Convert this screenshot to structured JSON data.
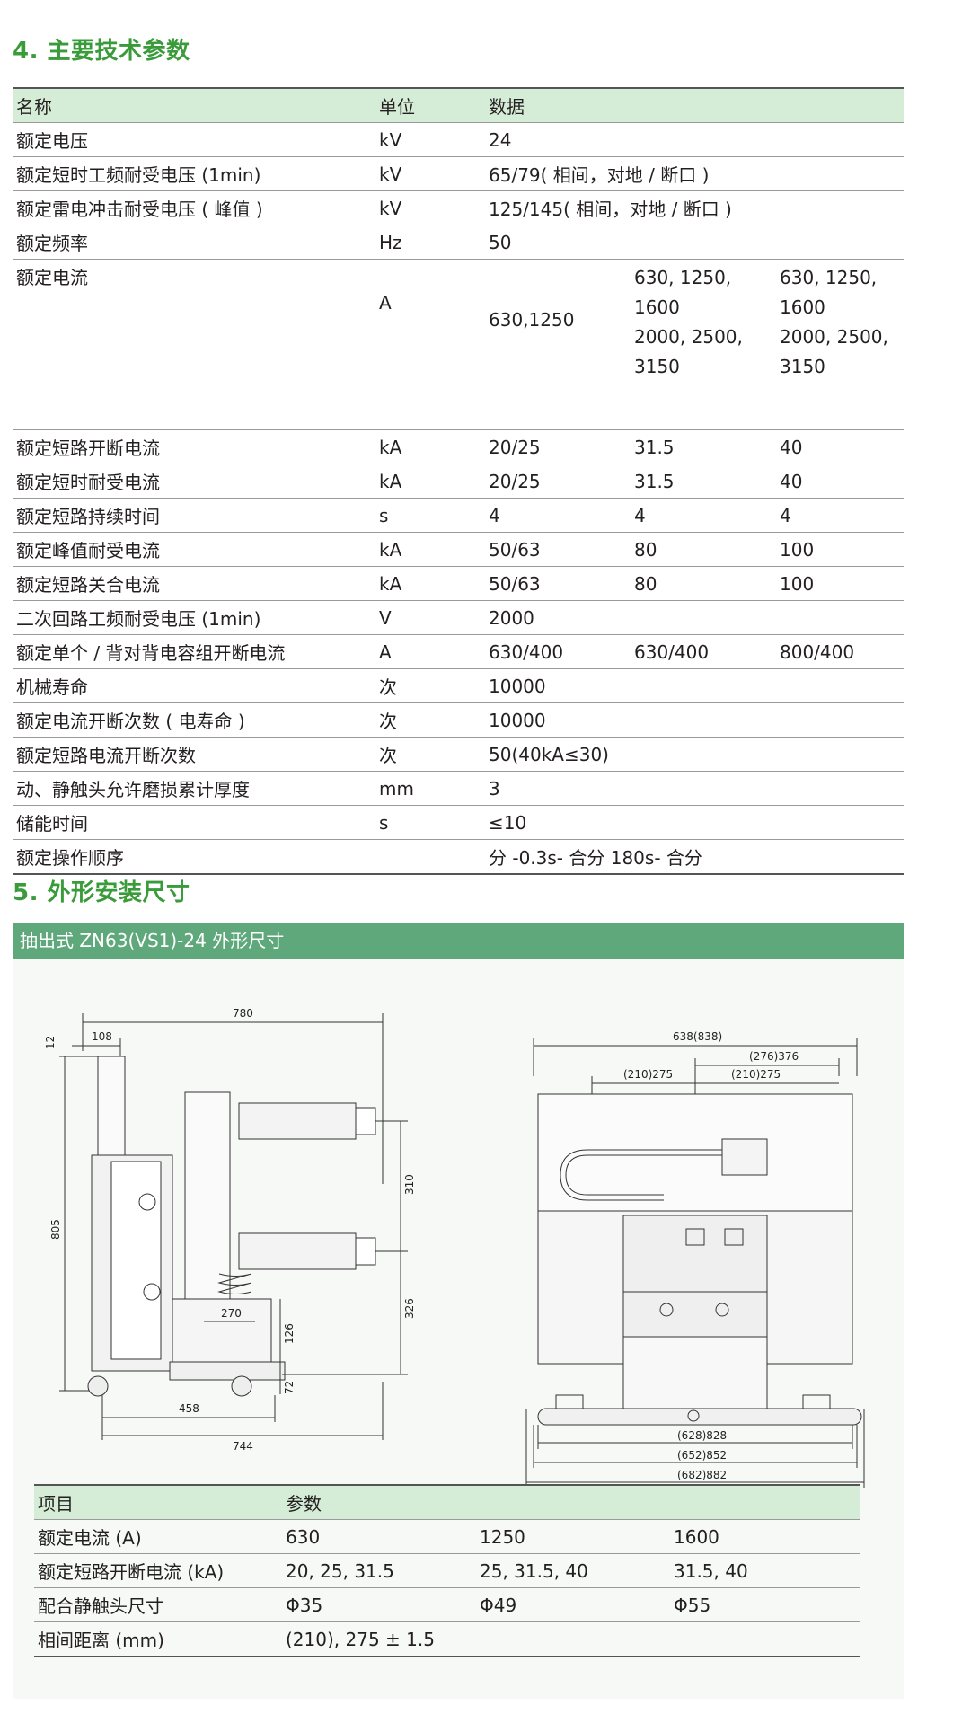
{
  "section4": {
    "title": "4. 主要技术参数"
  },
  "spec_table": {
    "headers": [
      "名称",
      "单位",
      "数据"
    ],
    "rows": [
      {
        "name": "额定电压",
        "unit": "kV",
        "v1": "24"
      },
      {
        "name": "额定短时工频耐受电压 (1min)",
        "unit": "kV",
        "v1": "65/79( 相间，对地 / 断口 )"
      },
      {
        "name": "额定雷电冲击耐受电压 ( 峰值 )",
        "unit": "kV",
        "v1": "125/145( 相间，对地 / 断口 )"
      },
      {
        "name": "额定频率",
        "unit": "Hz",
        "v1": "50"
      },
      {
        "name": "额定电流",
        "unit": "A",
        "v1": "630,1250",
        "v2_l1": "630, 1250,",
        "v2_l2": "1600",
        "v2_l3": "2000, 2500,",
        "v2_l4": "3150",
        "v3_l1": "630, 1250,",
        "v3_l2": "1600",
        "v3_l3": "2000, 2500,",
        "v3_l4": "3150"
      },
      {
        "name": "额定短路开断电流",
        "unit": "kA",
        "v1": "20/25",
        "v2": "31.5",
        "v3": "40"
      },
      {
        "name": "额定短时耐受电流",
        "unit": "kA",
        "v1": "20/25",
        "v2": "31.5",
        "v3": "40"
      },
      {
        "name": "额定短路持续时间",
        "unit": "s",
        "v1": "4",
        "v2": "4",
        "v3": "4"
      },
      {
        "name": "额定峰值耐受电流",
        "unit": "kA",
        "v1": "50/63",
        "v2": "80",
        "v3": "100"
      },
      {
        "name": "额定短路关合电流",
        "unit": "kA",
        "v1": "50/63",
        "v2": "80",
        "v3": "100"
      },
      {
        "name": "二次回路工频耐受电压 (1min)",
        "unit": "V",
        "v1": "2000"
      },
      {
        "name": "额定单个 / 背对背电容组开断电流",
        "unit": "A",
        "v1": "630/400",
        "v2": "630/400",
        "v3": "800/400"
      },
      {
        "name": "机械寿命",
        "unit": "次",
        "v1": "10000"
      },
      {
        "name": "额定电流开断次数 ( 电寿命 )",
        "unit": "次",
        "v1": "10000"
      },
      {
        "name": "额定短路电流开断次数",
        "unit": "次",
        "v1": "50(40kA≤30)"
      },
      {
        "name": "动、静触头允许磨损累计厚度",
        "unit": "mm",
        "v1": "3"
      },
      {
        "name": "储能时间",
        "unit": "s",
        "v1": "≤10"
      },
      {
        "name": "额定操作顺序",
        "unit": "",
        "v1": "分 -0.3s- 合分 180s- 合分"
      }
    ]
  },
  "section5": {
    "title": "5. 外形安装尺寸"
  },
  "panel": {
    "header": "抽出式 ZN63(VS1)-24 外形尺寸"
  },
  "drawing_labels": {
    "side_780": "780",
    "side_108": "108",
    "side_12": "12",
    "side_805": "805",
    "side_310": "310",
    "side_326": "326",
    "side_270": "270",
    "side_126": "126",
    "side_72": "72",
    "side_458": "458",
    "side_744": "744",
    "front_638": "638(838)",
    "front_276": "(276)376",
    "front_210a": "(210)275",
    "front_210b": "(210)275",
    "front_628": "(628)828",
    "front_652": "(652)852",
    "front_682": "(682)882"
  },
  "dims_table": {
    "headers": [
      "项目",
      "参数"
    ],
    "rows": [
      {
        "name": "额定电流 (A)",
        "a": "630",
        "b": "1250",
        "c": "1600"
      },
      {
        "name": "额定短路开断电流 (kA)",
        "a": "20, 25, 31.5",
        "b": "25, 31.5, 40",
        "c": "31.5, 40"
      },
      {
        "name": "配合静触头尺寸",
        "a": "Φ35",
        "b": "Φ49",
        "c": "Φ55"
      },
      {
        "name": "相间距离 (mm)",
        "a": "(210), 275 ± 1.5",
        "b": "",
        "c": ""
      }
    ]
  },
  "colors": {
    "accent_green": "#3a9b3a",
    "header_fill": "#d5ecd6",
    "panel_header": "#5fa87b"
  }
}
